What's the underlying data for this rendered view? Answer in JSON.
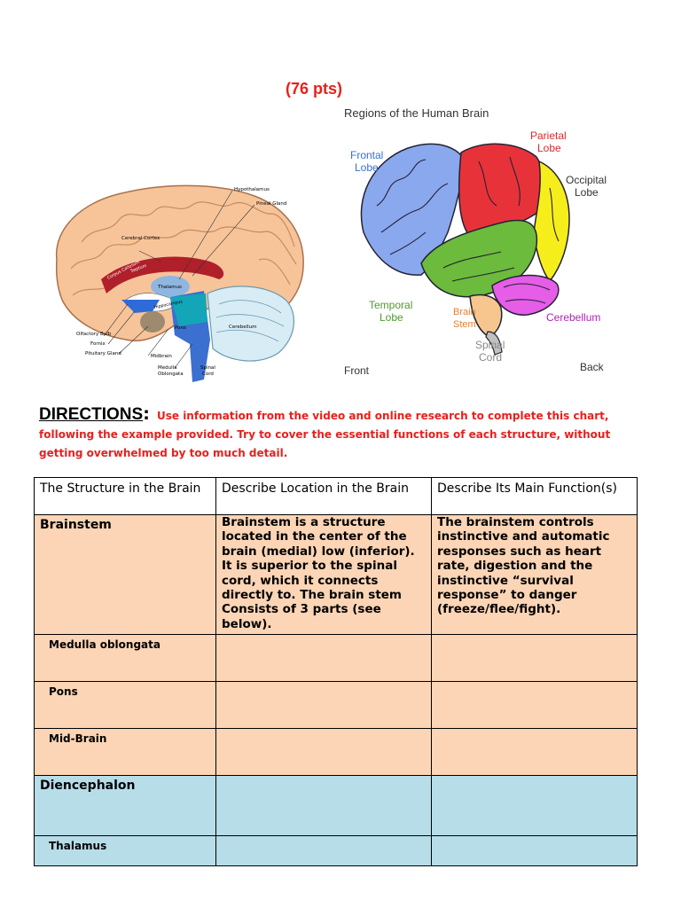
{
  "header": {
    "points": "(76 pts)"
  },
  "lateral_diagram": {
    "title": "Regions of the Human Brain",
    "labels": {
      "frontal": [
        "Frontal",
        "Lobe"
      ],
      "parietal": [
        "Parietal",
        "Lobe"
      ],
      "occipital": [
        "Occipital",
        "Lobe"
      ],
      "temporal": [
        "Temporal",
        "Lobe"
      ],
      "brain_stem": [
        "Brain",
        "Stem"
      ],
      "cerebellum": "Cerebellum",
      "spinal_cord": [
        "Spinal",
        "Cord"
      ],
      "front": "Front",
      "back": "Back"
    },
    "colors": {
      "frontal": "#8aa8ee",
      "parietal": "#e8323a",
      "occipital": "#f6ee1a",
      "temporal": "#6cbb3c",
      "cerebellum": "#e65de8",
      "brain_stem": "#f6c68e",
      "spinal_cord": "#c0c0c0",
      "label_blue": "#3a6fcf",
      "label_green": "#4f9b2c",
      "label_red": "#d92a2a",
      "label_orange": "#e6812c",
      "label_magenta": "#b021b6"
    }
  },
  "sagittal_diagram": {
    "labels": {
      "hypothalamus": "Hypothalamus",
      "pineal": "Pineal Gland",
      "cerebral_cortex": "Cerebral Cortex",
      "corpus_callosum": "Corpus Callosum",
      "septum": "Septum",
      "thalamus": "Thalamus",
      "hippocampus": "Hippocampus",
      "olfactory": "Olfactory Bulb",
      "fornix": "Fornix",
      "pituitary": "Pituitary Gland",
      "midbrain": "Midbrain",
      "pons": "Pons",
      "cerebellum": "Cerebellum",
      "medulla": [
        "Medulla",
        "Oblongata"
      ],
      "spinal": [
        "Spinal",
        "Cord"
      ]
    }
  },
  "directions": {
    "heading": "DIRECTIONS",
    "colon": ":",
    "text": "Use information from the video and online research to complete this chart, following the example provided.  Try to cover the essential functions of each structure, without getting overwhelmed by too much detail."
  },
  "table": {
    "headers": [
      "The Structure in the Brain",
      "Describe Location in the Brain",
      "Describe Its Main Function(s)"
    ],
    "rows": [
      {
        "name": "Brainstem",
        "location": "Brainstem is a structure located in the center of the brain (medial) low (inferior). It is superior to the spinal cord, which it connects directly to.  The brain stem Consists of 3 parts (see below).",
        "function": "The brainstem controls instinctive and automatic responses such as heart rate, digestion and the instinctive “survival response” to danger (freeze/flee/fight)."
      },
      {
        "name": "Medulla oblongata",
        "location": "",
        "function": ""
      },
      {
        "name": "Pons",
        "location": "",
        "function": ""
      },
      {
        "name": "Mid-Brain",
        "location": "",
        "function": ""
      },
      {
        "name": "Diencephalon",
        "location": "",
        "function": ""
      },
      {
        "name": "Thalamus",
        "location": "",
        "function": ""
      }
    ],
    "colors": {
      "brainstem_rows": "#fbd5b5",
      "diencephalon_rows": "#b7dde8"
    }
  }
}
